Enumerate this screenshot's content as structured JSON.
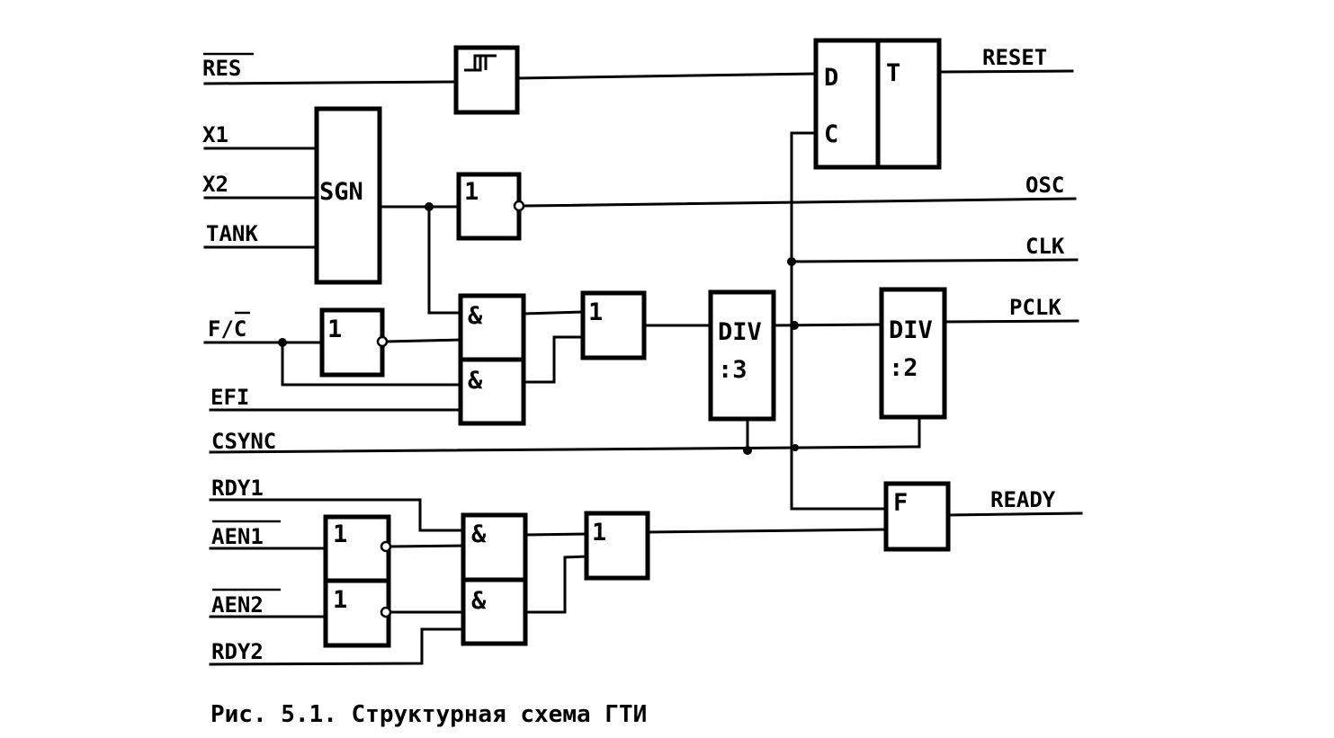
{
  "diagram": {
    "caption": "Рис. 5.1. Структурная схема ГТИ",
    "inputs": {
      "res": "RES",
      "x1": "X1",
      "x2": "X2",
      "tank": "TANK",
      "fc": "F/C",
      "efi": "EFI",
      "csync": "CSYNC",
      "rdy1": "RDY1",
      "aen1": "AEN1",
      "aen2": "AEN2",
      "rdy2": "RDY2"
    },
    "outputs": {
      "reset": "RESET",
      "osc": "OSC",
      "clk": "CLK",
      "pclk": "PCLK",
      "ready": "READY"
    },
    "blocks": {
      "sgn": "SGN",
      "not_osc": "1",
      "not_fc": "1",
      "and_top1": "&",
      "and_top2": "&",
      "or_top": "1",
      "div3_a": "DIV",
      "div3_b": ":3",
      "div2_a": "DIV",
      "div2_b": ":2",
      "dff_d": "D",
      "dff_c": "C",
      "dff_t": "T",
      "f": "F",
      "not_aen1": "1",
      "not_aen2": "1",
      "and_bot1": "&",
      "and_bot2": "&",
      "or_bot": "1"
    }
  }
}
